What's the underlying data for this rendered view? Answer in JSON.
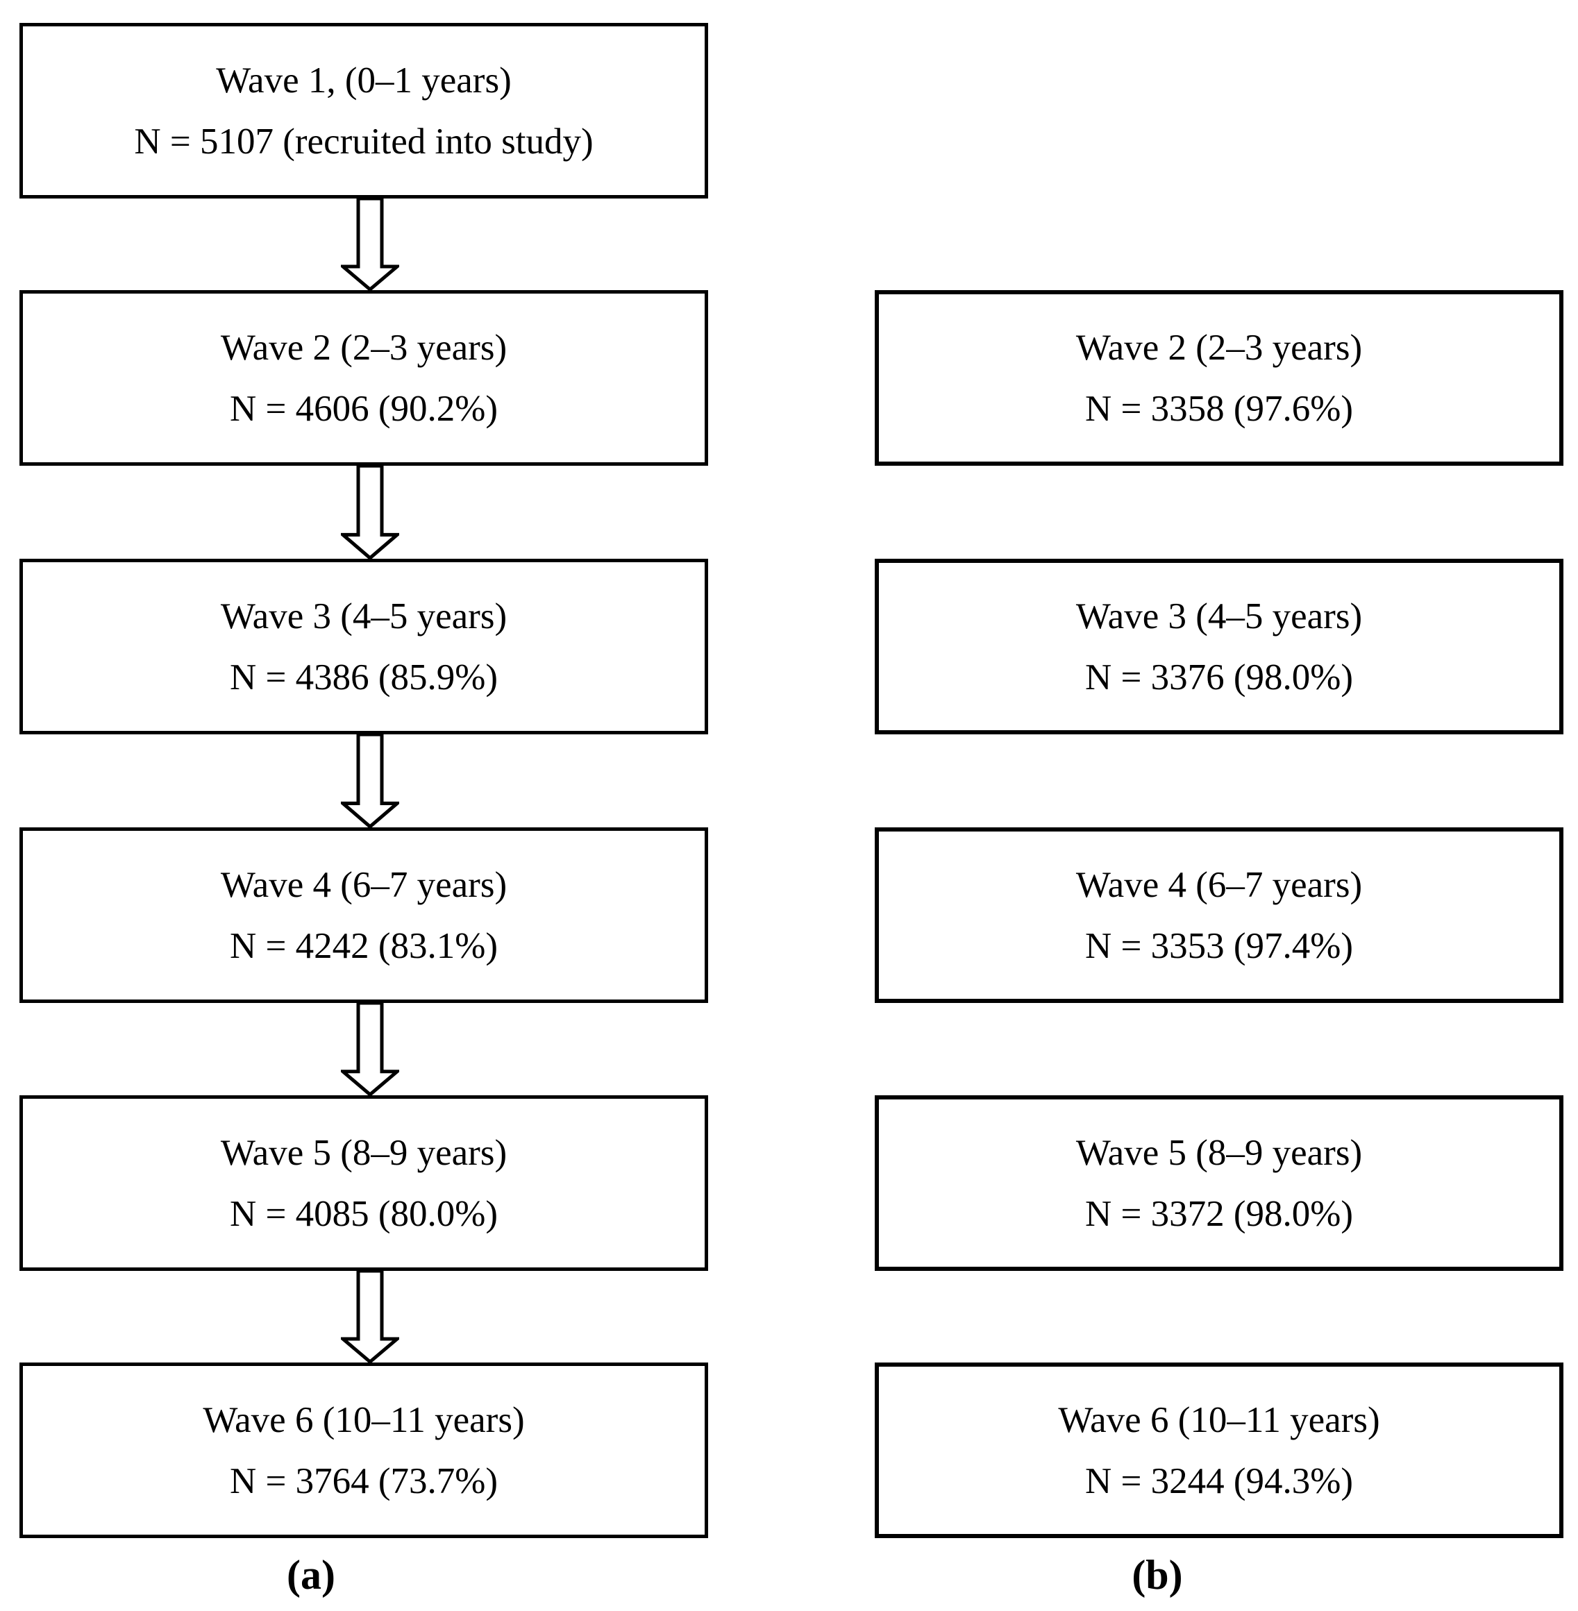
{
  "figure": {
    "type": "flowchart",
    "colors": {
      "background": "#ffffff",
      "border": "#000000",
      "text": "#000000"
    },
    "columns": [
      {
        "caption": "(a)",
        "boxes": [
          {
            "line1": "Wave 1, (0–1 years)",
            "line2": "N = 5107 (recruited into study)"
          },
          {
            "line1": "Wave 2 (2–3 years)",
            "line2": "N = 4606 (90.2%)"
          },
          {
            "line1": "Wave 3 (4–5 years)",
            "line2": "N = 4386 (85.9%)"
          },
          {
            "line1": "Wave 4 (6–7 years)",
            "line2": "N = 4242 (83.1%)"
          },
          {
            "line1": "Wave 5 (8–9 years)",
            "line2": "N = 4085 (80.0%)"
          },
          {
            "line1": "Wave 6 (10–11 years)",
            "line2": "N = 3764 (73.7%)"
          }
        ]
      },
      {
        "caption": "(b)",
        "boxes": [
          {
            "line1": "Wave 2 (2–3 years)",
            "line2": "N = 3358 (97.6%)"
          },
          {
            "line1": "Wave 3 (4–5 years)",
            "line2": "N = 3376 (98.0%)"
          },
          {
            "line1": "Wave 4 (6–7 years)",
            "line2": "N = 3353 (97.4%)"
          },
          {
            "line1": "Wave 5 (8–9 years)",
            "line2": "N = 3372 (98.0%)"
          },
          {
            "line1": "Wave 6 (10–11 years)",
            "line2": "N = 3244 (94.3%)"
          }
        ]
      }
    ]
  }
}
